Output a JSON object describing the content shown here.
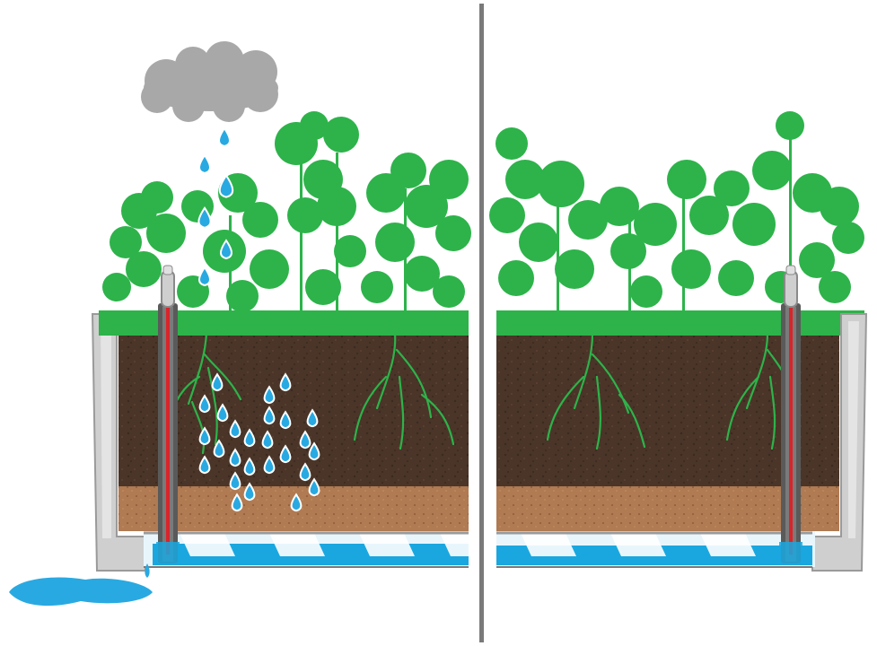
{
  "diagram": {
    "description_text": "",
    "panels": [
      {
        "id": "left",
        "state": "raining",
        "has_cloud": true,
        "has_overflow_puddle": true,
        "has_water_indicator": true
      },
      {
        "id": "right",
        "state": "dry",
        "has_cloud": false,
        "has_overflow_puddle": false,
        "has_water_indicator": true
      }
    ],
    "colors": {
      "plant_green": "#2db34a",
      "plant_dark": "#27a043",
      "soil": "#4a3528",
      "soil_speck": "#3a2a20",
      "sand": "#b07a52",
      "sand_speck": "#8e5c3a",
      "water": "#1aa7df",
      "water_light": "#8fd3ef",
      "drop": "#29a9e1",
      "cloud": "#a8a8a8",
      "planter": "#cfcfcf",
      "planter_edge": "#9a9a9a",
      "divider": "#7a7a7a",
      "indicator_tube": "#5a5a5a",
      "indicator_red": "#d9242a"
    },
    "icons": [
      "cloud-icon",
      "raindrop-icon",
      "water-level-indicator-icon",
      "divider-line"
    ]
  }
}
